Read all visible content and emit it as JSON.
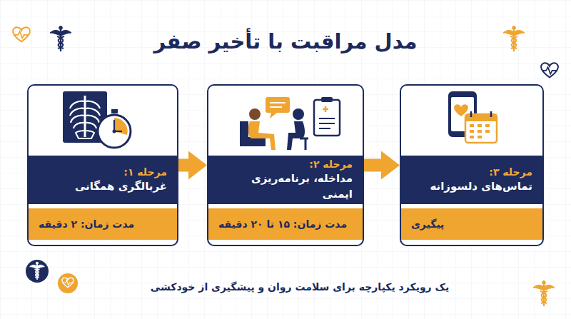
{
  "diagram": {
    "title": "مدل مراقبت با تأخیر صفر",
    "caption": "یک رویکرد یکپارچه برای سلامت روان و پیشگیری از خودکشی",
    "nodes": [
      {
        "text": [
          "مرحله ۱:",
          "غربالگری همگانی",
          "مدت زمان: ۲ دقیقه"
        ]
      },
      {
        "text": [
          "مرحله ۲:",
          "مداخله، برنامه‌ریزی ایمنی",
          "مدت زمان: ۱۵ تا ۲۰ دقیقه"
        ]
      },
      {
        "text": [
          "مرحله ۳:",
          "تماس‌های دلسوزانه",
          "پیگیری"
        ]
      }
    ],
    "edges": [
      {
        "from": 0,
        "to": 1,
        "arrow": "to"
      },
      {
        "from": 1,
        "to": 2,
        "arrow": "to"
      }
    ]
  }
}
